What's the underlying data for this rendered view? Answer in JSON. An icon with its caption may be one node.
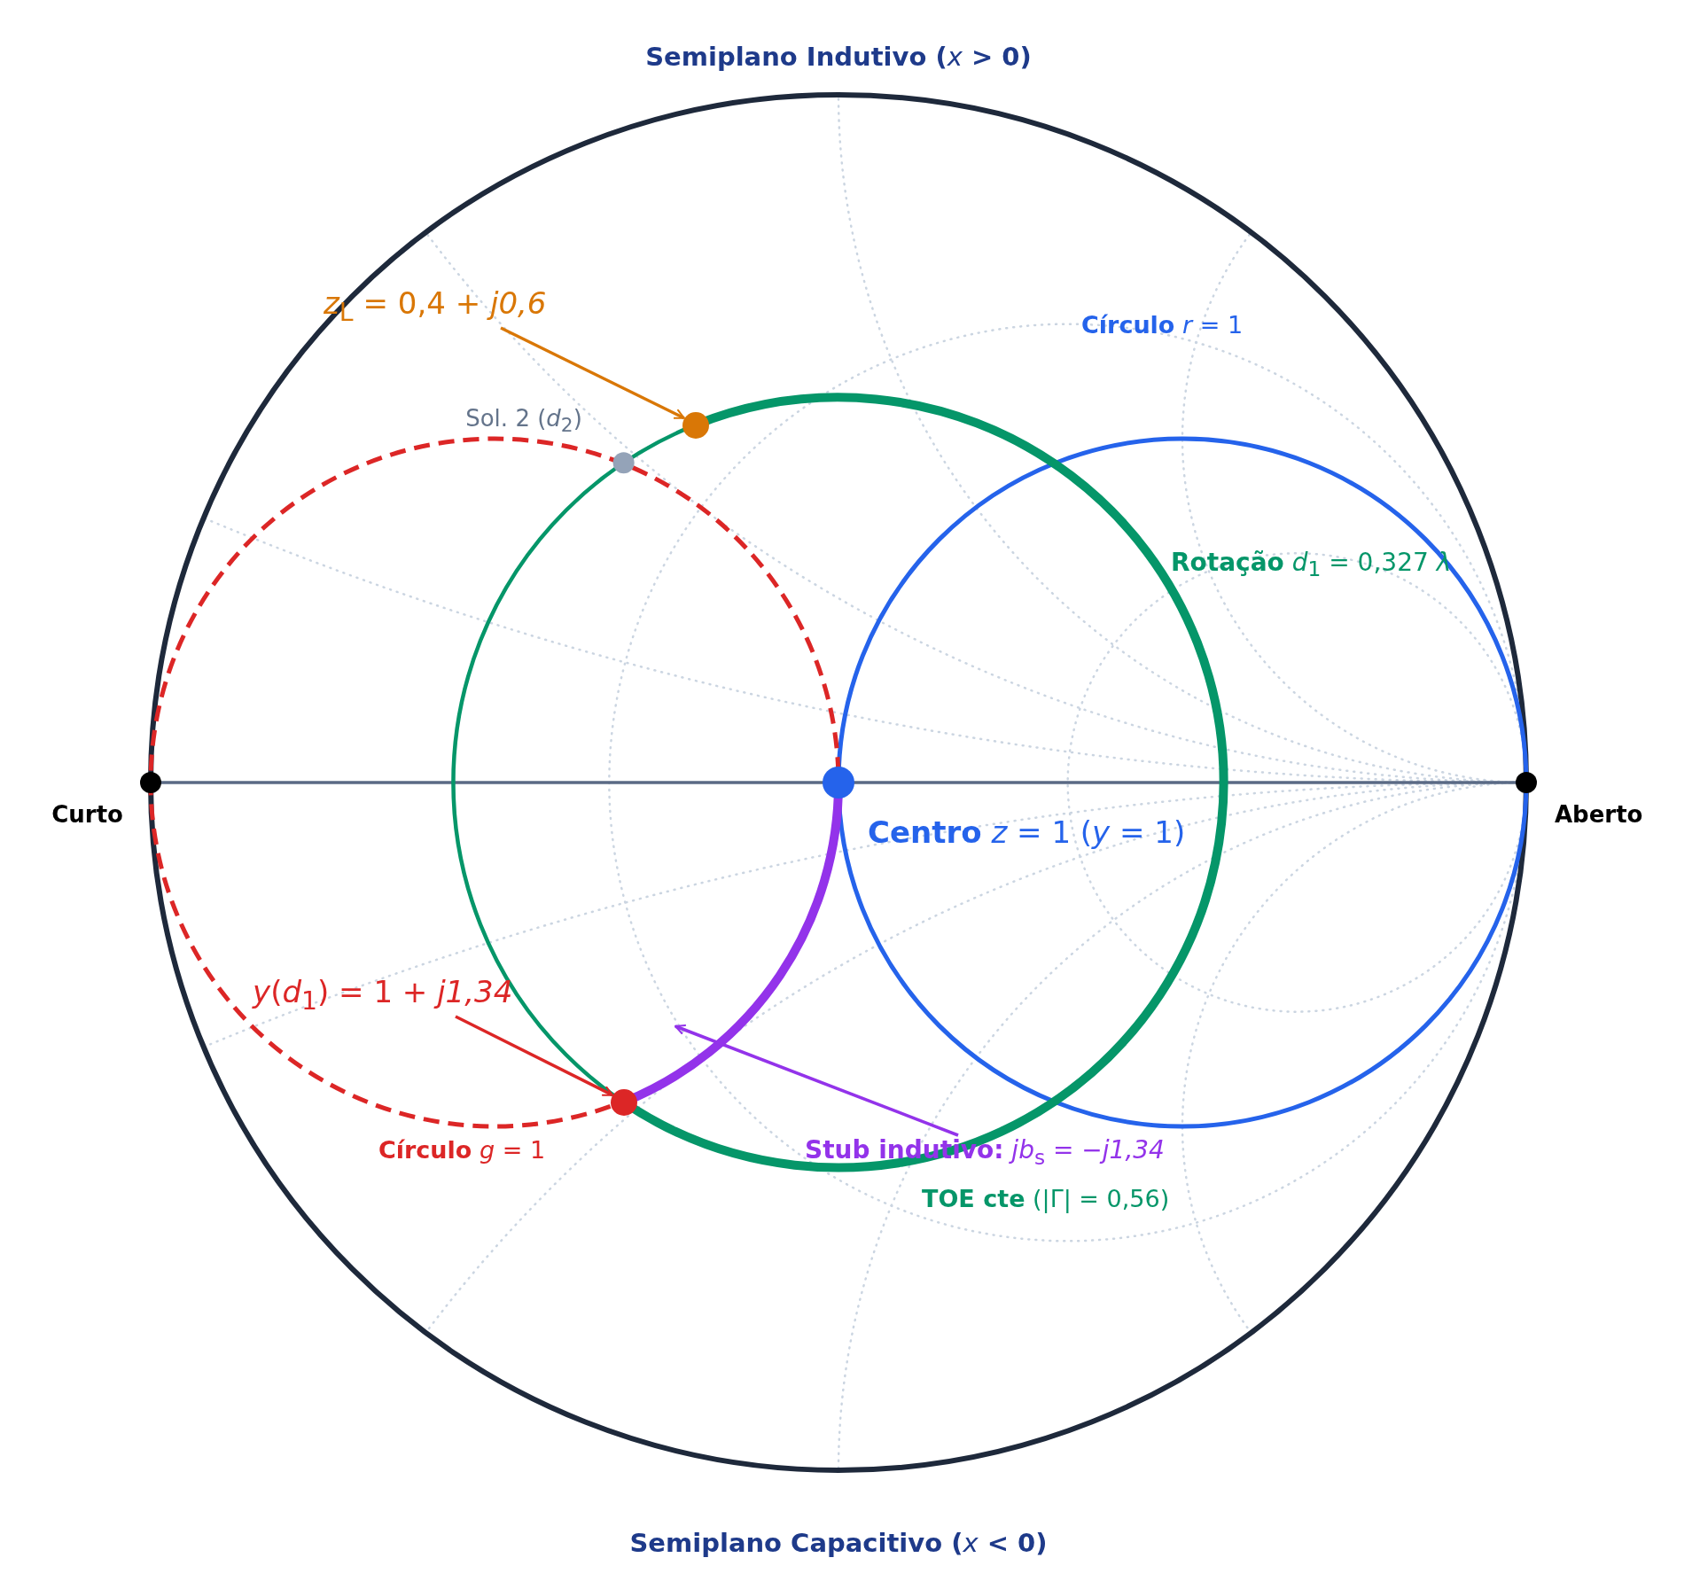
{
  "diagram": {
    "nodes": [
      {
        "text": [
          "*z*$_{L}$ = 0,4 + *j0,6*"
        ]
      },
      {
        "text": [],
        "shape": "circle"
      },
      {
        "text": [
          "*y*(*d*$_{1}$) = 1 + *j1,34*"
        ]
      },
      {
        "text": [],
        "shape": "circle"
      },
      {
        "text": [
          "**Stub indutivo:** *jb*$_{s}$ = −*j1,34*"
        ]
      }
    ],
    "edges": [
      {
        "from": 0,
        "to": 1,
        "arrow": "to",
        "color": "#d97706"
      },
      {
        "from": 2,
        "to": 3,
        "arrow": "to",
        "color": "#dc2626"
      },
      {
        "from": 4,
        "to": null,
        "arrow": "to",
        "color": "#9333ea"
      }
    ],
    "labels": [
      "**Semiplano Indutivo** (*x* > 0)",
      "**Círculo** *r* = 1",
      "Sol. 2 (*d*$_{2}$)",
      "**Rotação** *d*$_{1}$ = 0,327 *λ*",
      "Curto",
      "**Centro** *z* = 1 (*y* = 1)",
      "Aberto",
      "**Círculo** *g* = 1",
      "**TOE cte** (|Γ| = 0,56)",
      "**Semiplano Capacitivo** (*x* < 0)"
    ]
  }
}
